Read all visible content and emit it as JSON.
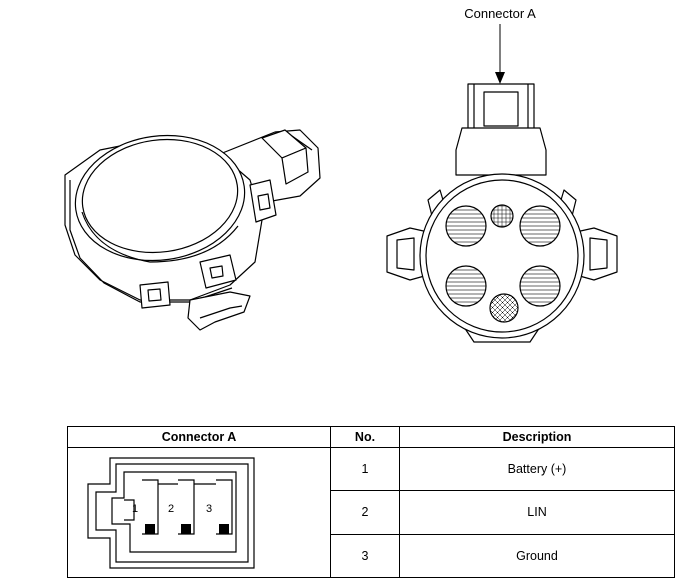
{
  "callout": {
    "label": "Connector A"
  },
  "table": {
    "headers": {
      "connector": "Connector A",
      "no": "No.",
      "description": "Description"
    },
    "rows": [
      {
        "no": "1",
        "description": "Battery (+)"
      },
      {
        "no": "2",
        "description": "LIN"
      },
      {
        "no": "3",
        "description": "Ground"
      }
    ],
    "connector_pins": [
      "1",
      "2",
      "3"
    ]
  }
}
